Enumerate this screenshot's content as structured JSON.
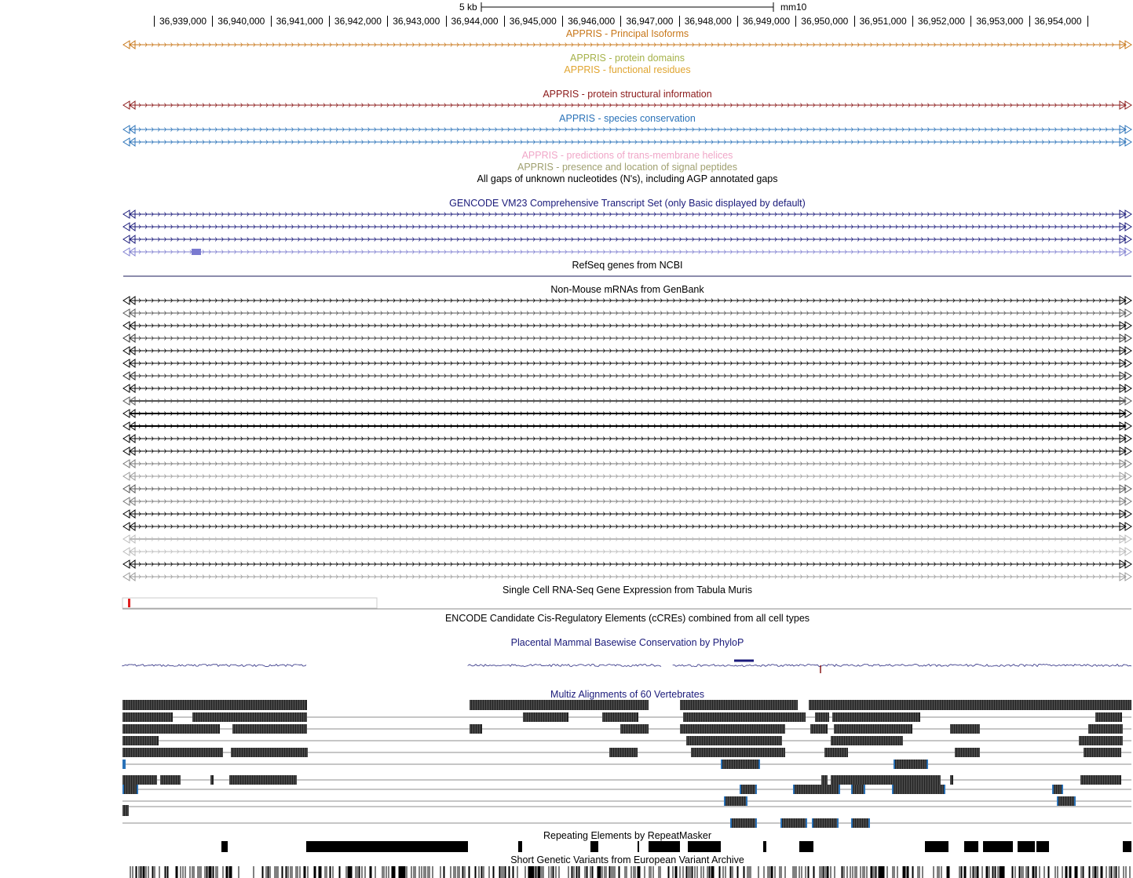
{
  "ruler": {
    "scale_label": "5 kb",
    "assembly": "mm10",
    "ticks": [
      "36,939,000",
      "36,940,000",
      "36,941,000",
      "36,942,000",
      "36,943,000",
      "36,944,000",
      "36,945,000",
      "36,946,000",
      "36,947,000",
      "36,948,000",
      "36,949,000",
      "36,950,000",
      "36,951,000",
      "36,952,000",
      "36,953,000",
      "36,954,000"
    ]
  },
  "tracks": [
    {
      "id": "appris-principal",
      "label": "APPRIS - Principal Isoforms",
      "color": "#c8771a"
    },
    {
      "id": "appris-domains",
      "label": "APPRIS - protein domains",
      "color": "#a6b24a"
    },
    {
      "id": "appris-residues",
      "label": "APPRIS - functional residues",
      "color": "#e0a531"
    },
    {
      "id": "appris-structural",
      "label": "APPRIS - protein structural information",
      "color": "#8b1a1a"
    },
    {
      "id": "appris-conservation",
      "label": "APPRIS - species conservation",
      "color": "#2a72b8"
    },
    {
      "id": "appris-tm",
      "label": "APPRIS - predictions of trans-membrane helices",
      "color": "#f0a7c8"
    },
    {
      "id": "appris-signal",
      "label": "APPRIS - presence and location of signal peptides",
      "color": "#a0a070"
    },
    {
      "id": "gaps",
      "label": "All gaps of unknown nucleotides (N's), including AGP annotated gaps",
      "color": "#000000"
    },
    {
      "id": "gencode",
      "label": "GENCODE VM23 Comprehensive Transcript Set (only Basic displayed by default)",
      "color": "#1a1a7a"
    },
    {
      "id": "refseq",
      "label": "RefSeq genes from NCBI",
      "color": "#000000"
    },
    {
      "id": "xeno-mrna",
      "label": "Non-Mouse mRNAs from GenBank",
      "color": "#000000"
    },
    {
      "id": "tabula-muris",
      "label": "Single Cell RNA-Seq Gene Expression from Tabula Muris",
      "color": "#000000"
    },
    {
      "id": "encode-ccre",
      "label": "ENCODE Candidate Cis-Regulatory Elements (cCREs) combined from all cell types",
      "color": "#000000"
    },
    {
      "id": "phylop",
      "label": "Placental Mammal Basewise Conservation by PhyloP",
      "color": "#1a1a7a"
    },
    {
      "id": "multiz",
      "label": "Multiz Alignments of 60 Vertebrates",
      "color": "#1a1a7a"
    },
    {
      "id": "repeatmasker",
      "label": "Repeating Elements by RepeatMasker",
      "color": "#000000"
    },
    {
      "id": "eva-snp",
      "label": "Short Genetic Variants from European Variant Archive",
      "color": "#000000"
    }
  ]
}
